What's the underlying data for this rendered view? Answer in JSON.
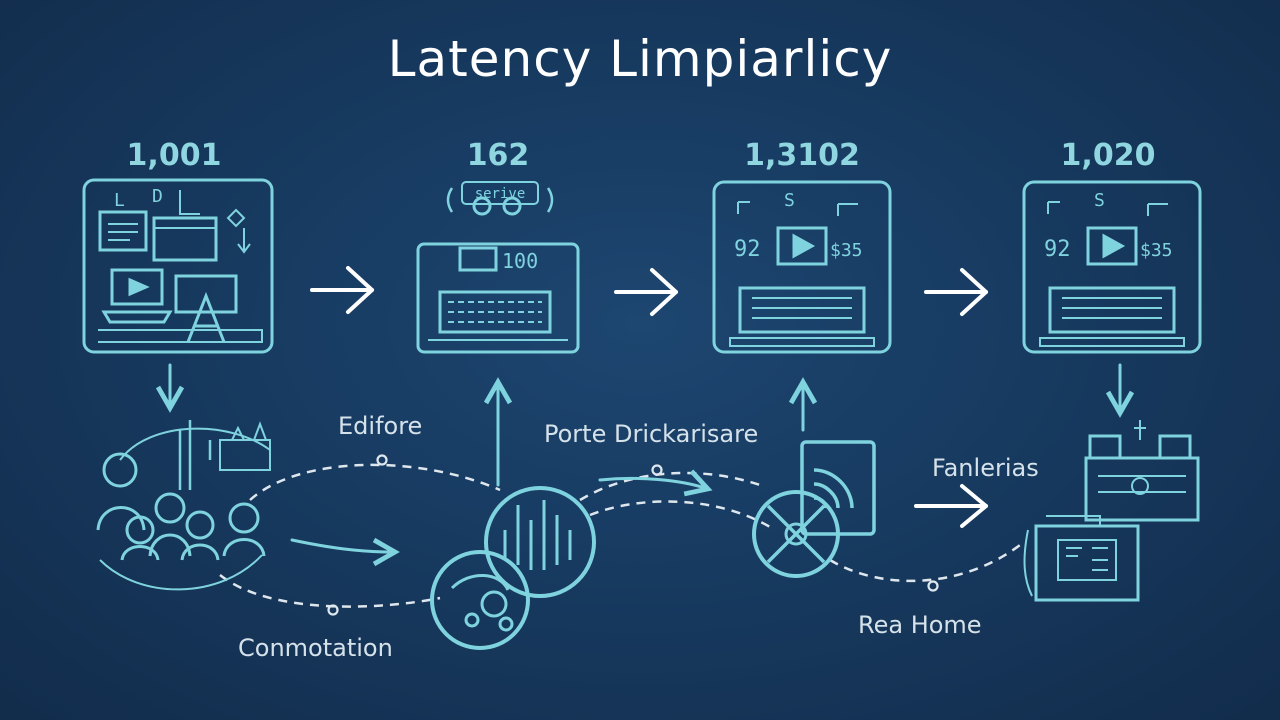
{
  "title": "Latency Limpiarlicy",
  "stages": [
    {
      "count": "1,001"
    },
    {
      "count": "162",
      "badge": "serive",
      "readout": "100"
    },
    {
      "count": "1,3102",
      "glyphs": [
        "S",
        "92",
        "$35"
      ]
    },
    {
      "count": "1,020",
      "glyphs": [
        "S",
        "92",
        "$35"
      ]
    }
  ],
  "stage1_letters": [
    "L",
    "D",
    "A"
  ],
  "labels": {
    "edifore": "Edifore",
    "porte": "Porte Drickarisare",
    "fanlerias": "Fanlerias",
    "conmotation": "Conmotation",
    "rea_home": "Rea Home"
  },
  "colors": {
    "background": "#173a60",
    "line": "#7fd3df",
    "arrow": "#ffffff",
    "dashed": "#e0e8ee"
  }
}
